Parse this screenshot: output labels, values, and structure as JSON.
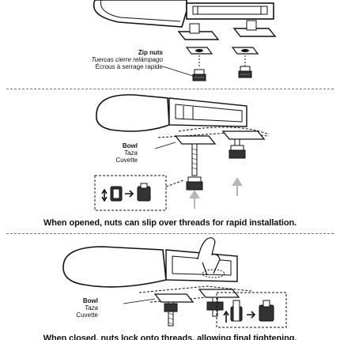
{
  "panel1": {
    "label_title": "Zip nuts",
    "label_es": "Tuercas cierre relámpago",
    "label_fr": "Écrous à serrage rapide"
  },
  "panel2": {
    "label_title": "Bowl",
    "label_es": "Taza",
    "label_fr": "Cuvette",
    "caption": "When opened, nuts can slip over threads for rapid installation."
  },
  "panel3": {
    "label_title": "Bowl",
    "label_es": "Taza",
    "label_fr": "Cuvette",
    "caption": "When closed, nuts lock onto threads, allowing final tightening."
  },
  "colors": {
    "ink": "#111111",
    "arrow_gray": "#b5b5b5",
    "divider": "#777777"
  }
}
